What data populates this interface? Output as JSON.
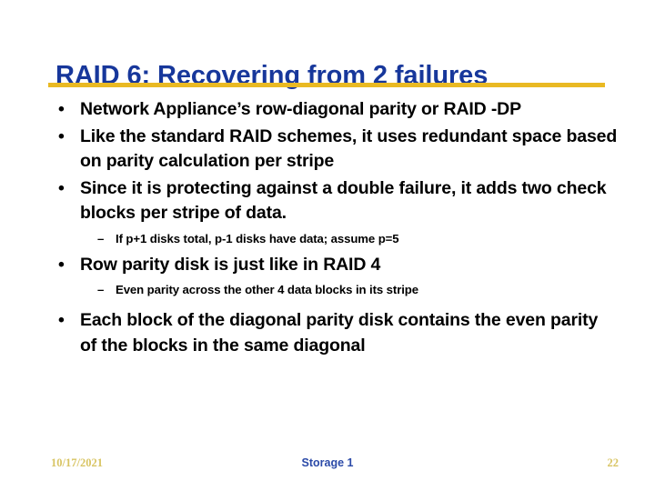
{
  "slide": {
    "title": "RAID 6: Recovering from 2 failures",
    "accent_color": "#e9b923",
    "title_color": "#17379b",
    "background_color": "#ffffff",
    "body": [
      {
        "level": 1,
        "marker": "•",
        "text": "Network Appliance’s row-diagonal parity or RAID -DP"
      },
      {
        "level": 1,
        "marker": "•",
        "text": "Like the standard RAID schemes, it uses redundant space based on parity calculation per stripe"
      },
      {
        "level": 1,
        "marker": "•",
        "text": "Since it is protecting against a double failure, it adds two check blocks per stripe of data."
      },
      {
        "level": 2,
        "marker": "–",
        "text": "If p+1 disks total, p-1 disks have data; assume p=5"
      },
      {
        "level": 1,
        "marker": "•",
        "text": "Row parity disk is just like in RAID 4"
      },
      {
        "level": 2,
        "marker": "–",
        "text": "Even parity across the other 4 data blocks in its stripe"
      },
      {
        "level": 1,
        "marker": "•",
        "text": "Each block of the diagonal parity disk contains the even parity of the blocks in the same diagonal"
      }
    ]
  },
  "footer": {
    "date": "10/17/2021",
    "center_label": "Storage 1",
    "page_number": "22",
    "date_color": "#d8c463",
    "center_color": "#2b4aa8"
  }
}
